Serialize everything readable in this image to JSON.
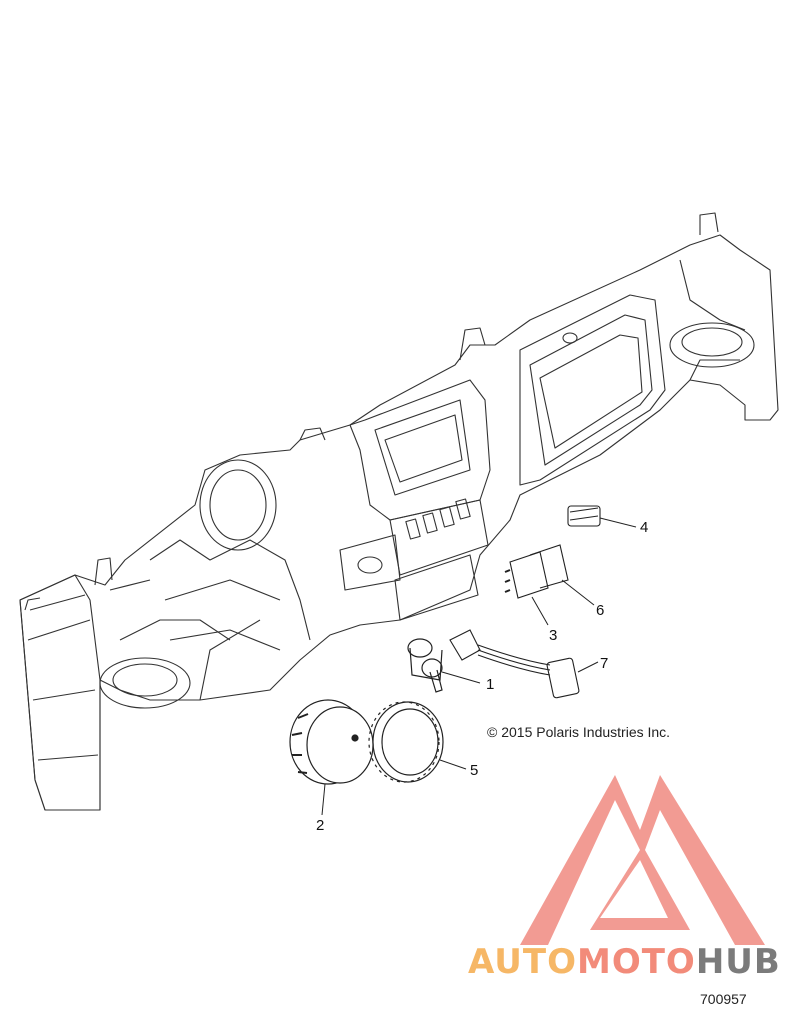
{
  "callouts": {
    "c1": "1",
    "c2": "2",
    "c3": "3",
    "c4": "4",
    "c5": "5",
    "c6": "6",
    "c7": "7"
  },
  "copyright": "© 2015 Polaris Industries Inc.",
  "diagram_id": "700957",
  "watermark": {
    "part1": "AUTO",
    "part2": "MOTO",
    "part3": "HUB",
    "colors": {
      "auto": "#f6b766",
      "moto": "#f28b7a",
      "hub": "#7b7b7b",
      "logo": "#f08a80"
    }
  }
}
